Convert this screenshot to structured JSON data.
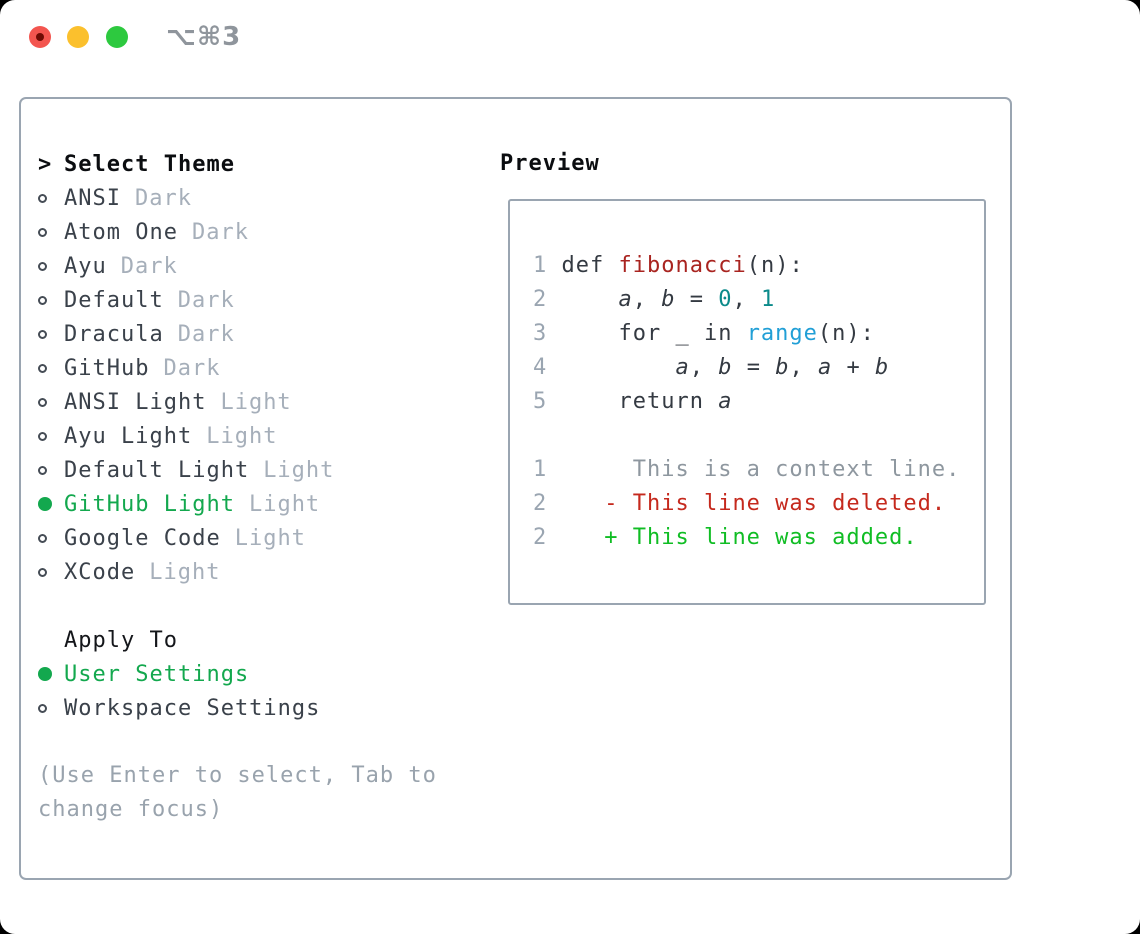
{
  "window": {
    "title": "⌥⌘3",
    "traffic_lights": [
      "close",
      "minimize",
      "zoom"
    ]
  },
  "theme_panel": {
    "prompt": ">",
    "title": "Select Theme",
    "items": [
      {
        "name": "ANSI",
        "variant": "Dark",
        "selected": false
      },
      {
        "name": "Atom One",
        "variant": "Dark",
        "selected": false
      },
      {
        "name": "Ayu",
        "variant": "Dark",
        "selected": false
      },
      {
        "name": "Default",
        "variant": "Dark",
        "selected": false
      },
      {
        "name": "Dracula",
        "variant": "Dark",
        "selected": false
      },
      {
        "name": "GitHub",
        "variant": "Dark",
        "selected": false
      },
      {
        "name": "ANSI Light",
        "variant": "Light",
        "selected": false
      },
      {
        "name": "Ayu Light",
        "variant": "Light",
        "selected": false
      },
      {
        "name": "Default Light",
        "variant": "Light",
        "selected": false
      },
      {
        "name": "GitHub Light",
        "variant": "Light",
        "selected": true
      },
      {
        "name": "Google Code",
        "variant": "Light",
        "selected": false
      },
      {
        "name": "XCode",
        "variant": "Light",
        "selected": false
      }
    ],
    "apply_to": {
      "title": "Apply To",
      "options": [
        {
          "name": "User Settings",
          "selected": true
        },
        {
          "name": "Workspace Settings",
          "selected": false
        }
      ]
    },
    "help_text": "(Use Enter to select, Tab to change focus)"
  },
  "preview": {
    "title": "Preview",
    "code_lines": [
      {
        "num": "1",
        "tokens": [
          {
            "t": "p",
            "s": "def "
          },
          {
            "t": "f",
            "s": "fibonacci"
          },
          {
            "t": "p",
            "s": "(n):"
          }
        ]
      },
      {
        "num": "2",
        "tokens": [
          {
            "t": "p",
            "s": "    "
          },
          {
            "t": "v",
            "s": "a"
          },
          {
            "t": "p",
            "s": ", "
          },
          {
            "t": "v",
            "s": "b"
          },
          {
            "t": "p",
            "s": " = "
          },
          {
            "t": "n",
            "s": "0"
          },
          {
            "t": "p",
            "s": ", "
          },
          {
            "t": "n",
            "s": "1"
          }
        ]
      },
      {
        "num": "3",
        "tokens": [
          {
            "t": "p",
            "s": "    for _ in "
          },
          {
            "t": "b",
            "s": "range"
          },
          {
            "t": "p",
            "s": "(n):"
          }
        ]
      },
      {
        "num": "4",
        "tokens": [
          {
            "t": "p",
            "s": "        "
          },
          {
            "t": "v",
            "s": "a"
          },
          {
            "t": "p",
            "s": ", "
          },
          {
            "t": "v",
            "s": "b"
          },
          {
            "t": "p",
            "s": " = "
          },
          {
            "t": "v",
            "s": "b"
          },
          {
            "t": "p",
            "s": ", "
          },
          {
            "t": "v",
            "s": "a"
          },
          {
            "t": "p",
            "s": " + "
          },
          {
            "t": "v",
            "s": "b"
          }
        ]
      },
      {
        "num": "5",
        "tokens": [
          {
            "t": "p",
            "s": "    return "
          },
          {
            "t": "v",
            "s": "a"
          }
        ]
      }
    ],
    "diff_lines": [
      {
        "num": "1",
        "sign": " ",
        "text": "This is a context line.",
        "kind": "context"
      },
      {
        "num": "2",
        "sign": "-",
        "text": "This line was deleted.",
        "kind": "deleted"
      },
      {
        "num": "2",
        "sign": "+",
        "text": "This line was added.",
        "kind": "added"
      }
    ]
  },
  "colors": {
    "selection_green": "#13a84e",
    "diff_added": "#10bd24",
    "diff_deleted": "#c5291d",
    "diff_context": "#8e979f",
    "code_function_red": "#a92420",
    "code_number_teal": "#0b8a8a",
    "code_builtin_blue": "#219fd6",
    "line_number_gray": "#9aa5b1",
    "muted_gray": "#a6afba",
    "text_dark": "#3a414a",
    "border_gray": "#9aa5b1"
  }
}
